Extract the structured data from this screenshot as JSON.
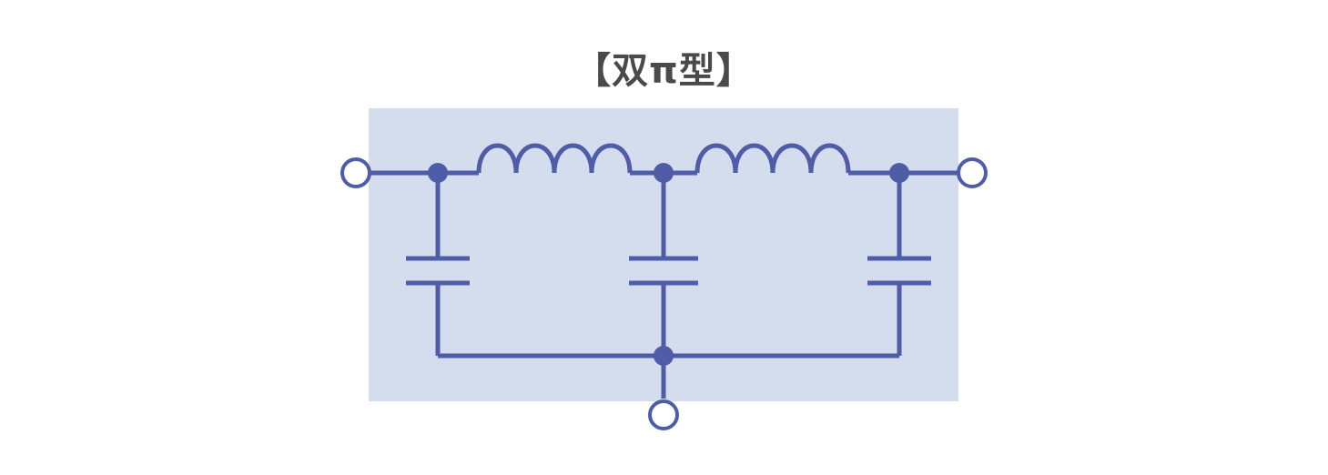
{
  "title": "【双π型】",
  "colors": {
    "wire": "#4f5ca8",
    "panel": "#d3ddee",
    "title": "#4a4a4a",
    "terminal_fill": "#ffffff"
  },
  "diagram": {
    "type": "double-pi-filter-circuit",
    "components": [
      {
        "kind": "terminal",
        "name": "input-terminal"
      },
      {
        "kind": "terminal",
        "name": "output-terminal"
      },
      {
        "kind": "terminal",
        "name": "ground-terminal"
      },
      {
        "kind": "inductor",
        "name": "inductor-1",
        "turns": 4
      },
      {
        "kind": "inductor",
        "name": "inductor-2",
        "turns": 4
      },
      {
        "kind": "capacitor",
        "name": "capacitor-1"
      },
      {
        "kind": "capacitor",
        "name": "capacitor-2"
      },
      {
        "kind": "capacitor",
        "name": "capacitor-3"
      }
    ]
  }
}
